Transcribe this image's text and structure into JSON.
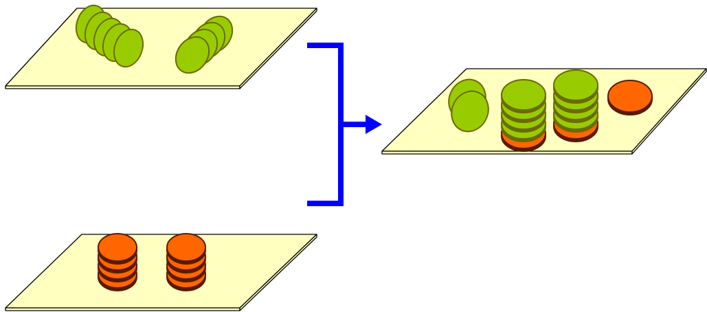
{
  "colors": {
    "background": "#ffffff",
    "plate_fill": "#ffffc0",
    "plate_stroke": "#000000",
    "green_fill": "#99cc00",
    "green_stroke": "#6b6b00",
    "orange_fill": "#ff6600",
    "orange_stroke": "#5a1a00",
    "connector": "#0000ff"
  },
  "diagram": {
    "plates": [
      {
        "id": "top-left-plate",
        "groups": [
          {
            "kind": "green-row",
            "count": 5
          },
          {
            "kind": "green-row",
            "count": 4
          }
        ]
      },
      {
        "id": "bottom-left-plate",
        "groups": [
          {
            "kind": "orange-stack",
            "count": 4
          },
          {
            "kind": "orange-stack",
            "count": 4
          }
        ]
      },
      {
        "id": "result-plate",
        "groups": [
          {
            "kind": "green-row",
            "count": 2
          },
          {
            "kind": "mixed-stack",
            "count": 5
          },
          {
            "kind": "mixed-stack",
            "count": 5
          },
          {
            "kind": "orange-single",
            "count": 1
          }
        ]
      }
    ],
    "connector": {
      "icon": "bracket-arrow-right"
    }
  }
}
